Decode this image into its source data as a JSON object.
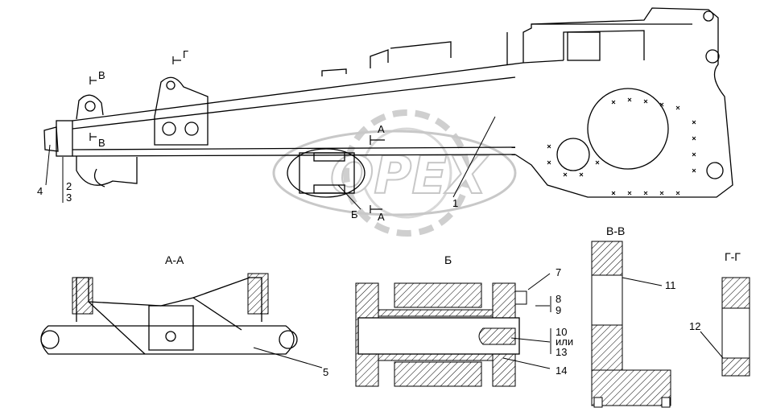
{
  "watermark": {
    "text": "OPEX"
  },
  "callouts": {
    "n1": "1",
    "n2": "2",
    "n3": "3",
    "n4": "4",
    "n5": "5",
    "n7": "7",
    "n8": "8",
    "n9": "9",
    "n10": "10",
    "ili": "или",
    "n11": "11",
    "n12": "12",
    "n13": "13",
    "n14": "14"
  },
  "section_marks": {
    "A": "А",
    "B": "Б",
    "V": "В",
    "G": "Г"
  },
  "view_titles": {
    "aa": "А-А",
    "b": "Б",
    "vv": "В-В",
    "gg": "Г-Г"
  },
  "colors": {
    "line": "#000000",
    "watermark": "#c8c8c8"
  }
}
